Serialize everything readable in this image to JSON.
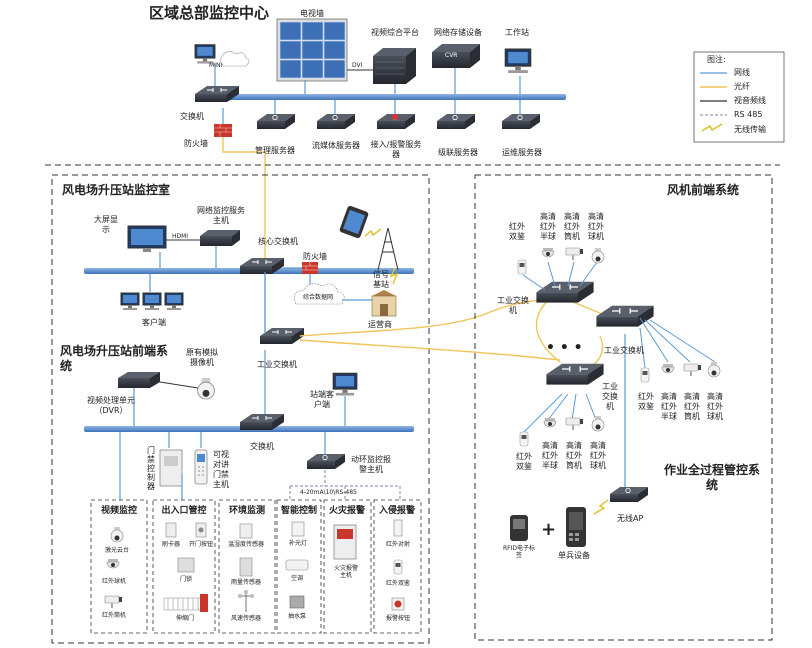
{
  "titles": {
    "hq": "区域总部监控中心",
    "station_room": "风电场升压站监控室",
    "station_front": "风电场升压站前端系统",
    "turbine": "风机前端系统",
    "work": "作业全过程管控系统"
  },
  "hq": {
    "tv_wall": "电视墙",
    "video_platform": "视频综合平台",
    "storage": "网络存储设备",
    "workstation": "工作站",
    "mini": "MINI",
    "dvi": "DVI",
    "cvr": "CVR",
    "switch": "交换机",
    "firewall": "防火墙",
    "mgmt_server": "管理服务器",
    "stream_server": "流媒体服务器",
    "access_server": "接入/报警服务器",
    "cascade_server": "级联服务器",
    "ops_server": "运维服务器"
  },
  "legend": {
    "title": "图注:",
    "items": [
      "网线",
      "光纤",
      "视音频线",
      "RS 485",
      "无线传输"
    ],
    "colors": [
      "#5b9bd5",
      "#f2c45a",
      "#333333",
      "#7a86b8",
      "#e0c020"
    ]
  },
  "room": {
    "big_screen": "大屏显示",
    "hdmi": "HDMI",
    "nvr_host": "网络监控服务主机",
    "core_switch": "核心交换机",
    "firewall": "防火墙",
    "signal_tower": "信号基站",
    "cloud": "综合数据网",
    "operator": "运营商",
    "client": "客户端",
    "industrial_switch": "工业交换机"
  },
  "front": {
    "old_camera": "原有模拟摄像机",
    "dvr": "视频处理单元（DVR）",
    "terminal_client": "站端客户端",
    "switch": "交换机",
    "door_controller": "门禁控制器",
    "intercom": "可视对讲门禁主机",
    "alarm_host": "动环监控报警主机",
    "bus_label": "4-20mA\\10\\RS-485"
  },
  "subsystems": [
    {
      "title": "视频监控",
      "items": [
        "激光云台",
        "红外球机",
        "红外筒机"
      ]
    },
    {
      "title": "出入口管控",
      "items": [
        "刷卡器",
        "开门按钮",
        "门锁",
        "伸缩门"
      ]
    },
    {
      "title": "环境监测",
      "items": [
        "温湿度传感器",
        "雨量传感器",
        "风速传感器"
      ]
    },
    {
      "title": "智能控制",
      "items": [
        "补光灯",
        "空调",
        "抽水泵"
      ]
    },
    {
      "title": "火灾报警",
      "items": [
        "火灾报警主机"
      ]
    },
    {
      "title": "入侵报警",
      "items": [
        "红外对射",
        "红外双鉴",
        "报警按钮"
      ]
    }
  ],
  "turbine": {
    "industrial_switch": "工业交换机",
    "dots": "• • •",
    "top_cams": [
      "红外双鉴",
      "高清红外半球",
      "高清红外筒机",
      "高清红外球机"
    ],
    "mid_cams": [
      "红外双鉴",
      "高清红外半球",
      "高清红外筒机",
      "高清红外球机"
    ],
    "bot_cams": [
      "红外双鉴",
      "高清红外半球",
      "高清红外筒机",
      "高清红外球机"
    ]
  },
  "work": {
    "wireless_ap": "无线AP",
    "rfid": "RFID电子标签",
    "plus": "+",
    "soldier": "单兵设备"
  }
}
